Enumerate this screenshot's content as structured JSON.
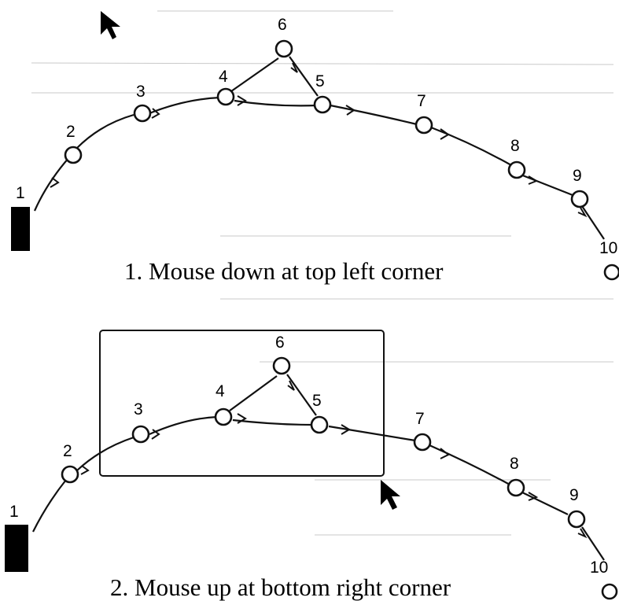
{
  "panels": [
    {
      "caption": "1. Mouse down at top left corner",
      "nodes": [
        "1",
        "2",
        "3",
        "4",
        "5",
        "6",
        "7",
        "8",
        "9",
        "10"
      ]
    },
    {
      "caption": "2. Mouse up at bottom right corner",
      "nodes": [
        "1",
        "2",
        "3",
        "4",
        "5",
        "6",
        "7",
        "8",
        "9",
        "10"
      ]
    }
  ],
  "icons": {
    "pointer": "mouse-pointer-icon",
    "start_node": "filled-rectangle-node-icon",
    "node": "circle-node-icon"
  },
  "colors": {
    "ink": "#000000",
    "background": "#ffffff"
  }
}
